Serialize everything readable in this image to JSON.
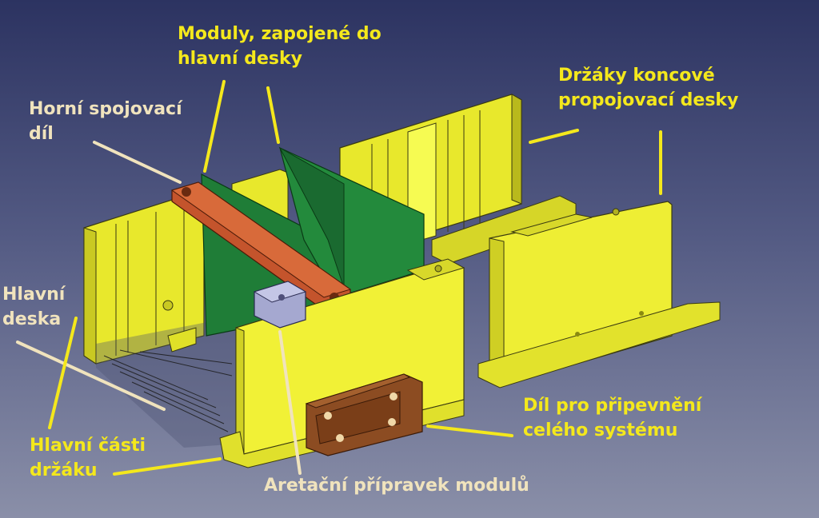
{
  "colors": {
    "label_yellow": "#f4e81c",
    "label_cream": "#f0e3bd",
    "holder_yellow": "#eeee2e",
    "pcb_green": "#1d7a35",
    "connector_orange": "#c2502a",
    "mount_brown": "#8a4a20",
    "lock_gray": "#9d9fc6"
  },
  "labels": {
    "modules": {
      "line1": "Moduly, zapojené do",
      "line2": "hlavní desky"
    },
    "top_connector": {
      "line1": "Horní spojovací",
      "line2": "díl"
    },
    "end_board_holders": {
      "line1": "Držáky koncové",
      "line2": "propojovací desky"
    },
    "main_board": {
      "line1": "Hlavní",
      "line2": "deska"
    },
    "holder_main_parts": {
      "line1": "Hlavní části",
      "line2": "držáku"
    },
    "mounting_part": {
      "line1": "Díl pro připevnění",
      "line2": "celého systému"
    },
    "module_lock": {
      "line1": "Aretační přípravek modulů"
    }
  }
}
